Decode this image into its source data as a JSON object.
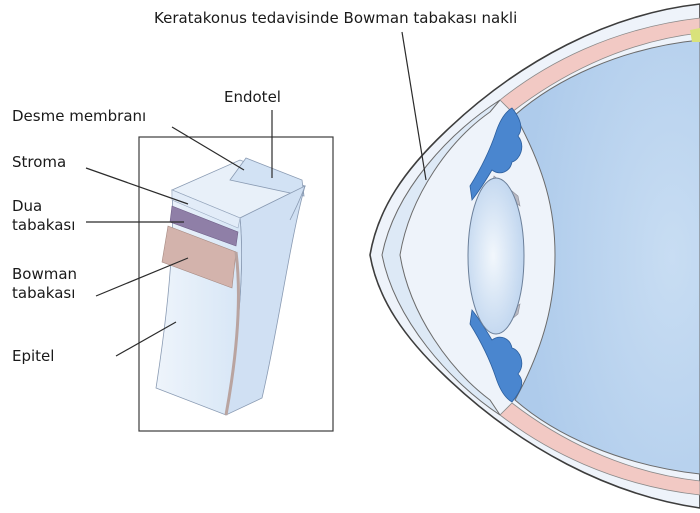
{
  "title": "Keratakonus tedavisinde Bowman tabakası nakli",
  "inset_labels": {
    "endotel": "Endotel",
    "desme": "Desme membranı",
    "stroma": "Stroma",
    "dua_line1": "Dua",
    "dua_line2": "tabakası",
    "bowman_line1": "Bowman",
    "bowman_line2": "tabakası",
    "epitel": "Epitel"
  },
  "colors": {
    "eye_fill": "#bcd6f2",
    "cornea_fill": "#dde9f6",
    "sclera_pink": "#f2c9c4",
    "iris_blue": "#4a86cf",
    "lens_fill": "#cfe0f3",
    "dua_layer": "#8f7fa7",
    "bowman_layer": "#d3b3ac",
    "outline": "#3d3d3d"
  }
}
